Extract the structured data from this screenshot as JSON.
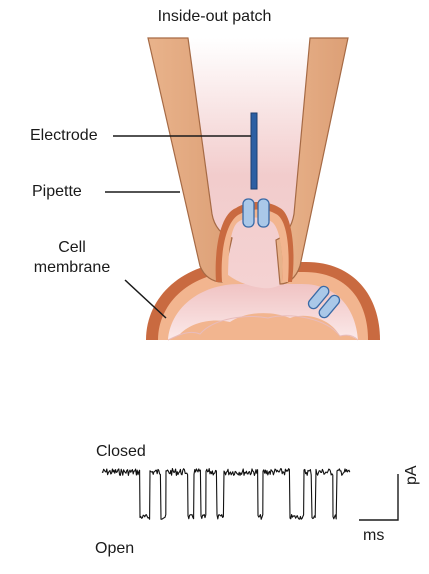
{
  "title": "Inside-out patch",
  "labels": {
    "electrode": "Electrode",
    "pipette": "Pipette",
    "membrane_line1": "Cell",
    "membrane_line2": "membrane",
    "closed": "Closed",
    "open": "Open",
    "time_unit": "ms",
    "current_unit": "pA"
  },
  "colors": {
    "pipette_wall": "#e3ab83",
    "pipette_edge": "#a66a45",
    "lumen_glow": "#f0c6c6",
    "membrane_dark": "#c96a40",
    "membrane_light": "#f2b58f",
    "cytoplasm": "#f5d3d3",
    "electrode": "#2c5fa3",
    "channel": "#aac8e8",
    "channel_edge": "#3a6aa6",
    "trace": "#111111"
  }
}
